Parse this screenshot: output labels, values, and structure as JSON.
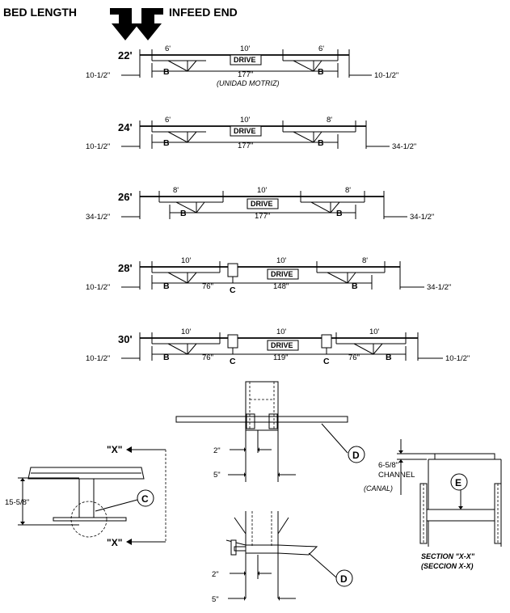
{
  "header": {
    "bed_length_label": "BED LENGTH",
    "infeed_end_label": "INFEED END"
  },
  "configs": [
    {
      "length": "22'",
      "left_overhang": "10-1/2\"",
      "right_overhang": "10-1/2\"",
      "sections": [
        "6'",
        "10'",
        "6'"
      ],
      "spacing": [
        "177\""
      ],
      "drive": "DRIVE",
      "drive_note": "(UNIDAD MOTRIZ)",
      "supports": [
        "B",
        "B"
      ]
    },
    {
      "length": "24'",
      "left_overhang": "10-1/2\"",
      "right_overhang": "34-1/2\"",
      "sections": [
        "6'",
        "10'",
        "8'"
      ],
      "spacing": [
        "177\""
      ],
      "drive": "DRIVE",
      "supports": [
        "B",
        "B"
      ]
    },
    {
      "length": "26'",
      "left_overhang": "34-1/2\"",
      "right_overhang": "34-1/2\"",
      "sections": [
        "8'",
        "10'",
        "8'"
      ],
      "spacing": [
        "177\""
      ],
      "drive": "DRIVE",
      "supports": [
        "B",
        "B"
      ]
    },
    {
      "length": "28'",
      "left_overhang": "10-1/2\"",
      "right_overhang": "34-1/2\"",
      "sections": [
        "10'",
        "10'",
        "8'"
      ],
      "spacing": [
        "76\"",
        "148\""
      ],
      "drive": "DRIVE",
      "supports": [
        "B",
        "C",
        "B"
      ]
    },
    {
      "length": "30'",
      "left_overhang": "10-1/2\"",
      "right_overhang": "10-1/2\"",
      "sections": [
        "10'",
        "10'",
        "10'"
      ],
      "spacing": [
        "76\"",
        "119\"",
        "76\""
      ],
      "drive": "DRIVE",
      "supports": [
        "B",
        "C",
        "C",
        "B"
      ]
    }
  ],
  "details": {
    "top_dims": [
      "2\"",
      "5\""
    ],
    "top_callout": "D",
    "bottom_dims": [
      "2\"",
      "5\""
    ],
    "bottom_callout": "D",
    "left_dim": "15-5/8\"",
    "left_callout": "C",
    "section_marker_top": "\"X\"",
    "section_marker_bottom": "\"X\"",
    "channel_dim": "6-5/8\"",
    "channel_label": "CHANNEL",
    "channel_note": "(CANAL)",
    "section_callout": "E",
    "section_title": "SECTION \"X-X\"",
    "section_title_es": "(SECCION X-X)"
  }
}
